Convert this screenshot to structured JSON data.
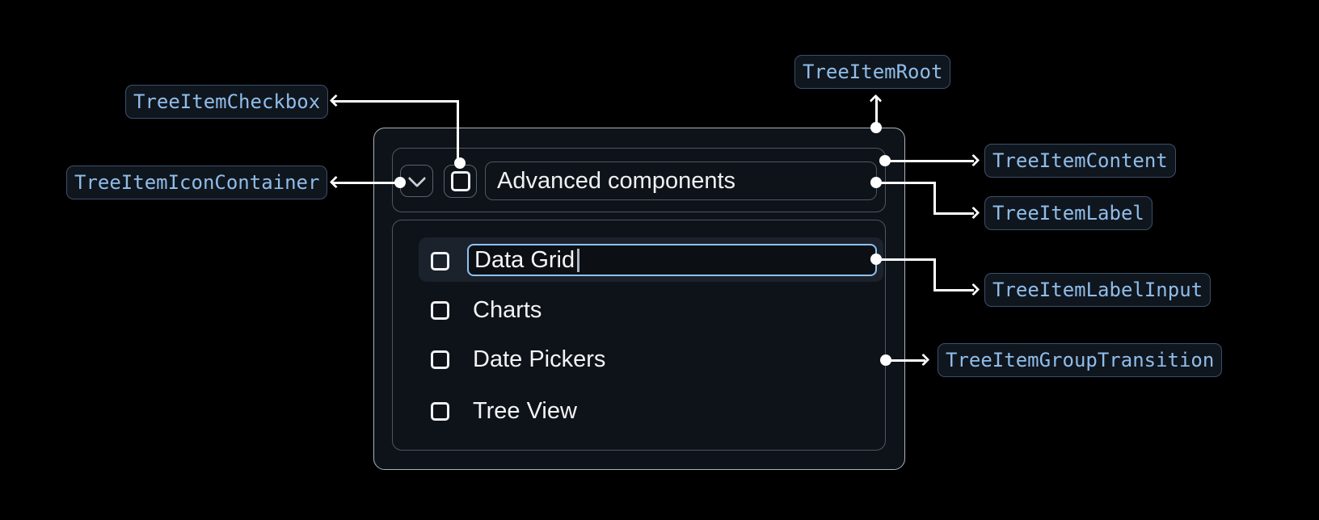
{
  "anatomy_labels": {
    "root": "TreeItemRoot",
    "checkbox": "TreeItemCheckbox",
    "icon_container": "TreeItemIconContainer",
    "content": "TreeItemContent",
    "label": "TreeItemLabel",
    "label_input": "TreeItemLabelInput",
    "group_transition": "TreeItemGroupTransition"
  },
  "tree": {
    "parent": {
      "label": "Advanced components",
      "expanded": true,
      "checked": false
    },
    "children": [
      {
        "label": "Data Grid",
        "state": "editing",
        "checked": false
      },
      {
        "label": "Charts",
        "checked": false
      },
      {
        "label": "Date Pickers",
        "checked": false
      },
      {
        "label": "Tree View",
        "checked": false
      }
    ]
  },
  "icons": {
    "expand_icon": "chevron-down",
    "checkbox_icon": "checkbox-unchecked"
  },
  "colors": {
    "page_bg": "#000000",
    "panel_bg": "#0e1319",
    "panel_border": "#aab3ba",
    "inner_border": "#4e565f",
    "chip_bg": "#10161e",
    "chip_border": "#3c506a",
    "chip_text": "#8fbde9",
    "row_highlight_bg": "#1b222c",
    "input_border": "#8ec2f2",
    "text": "#f2f4f6",
    "connector": "#ffffff"
  }
}
